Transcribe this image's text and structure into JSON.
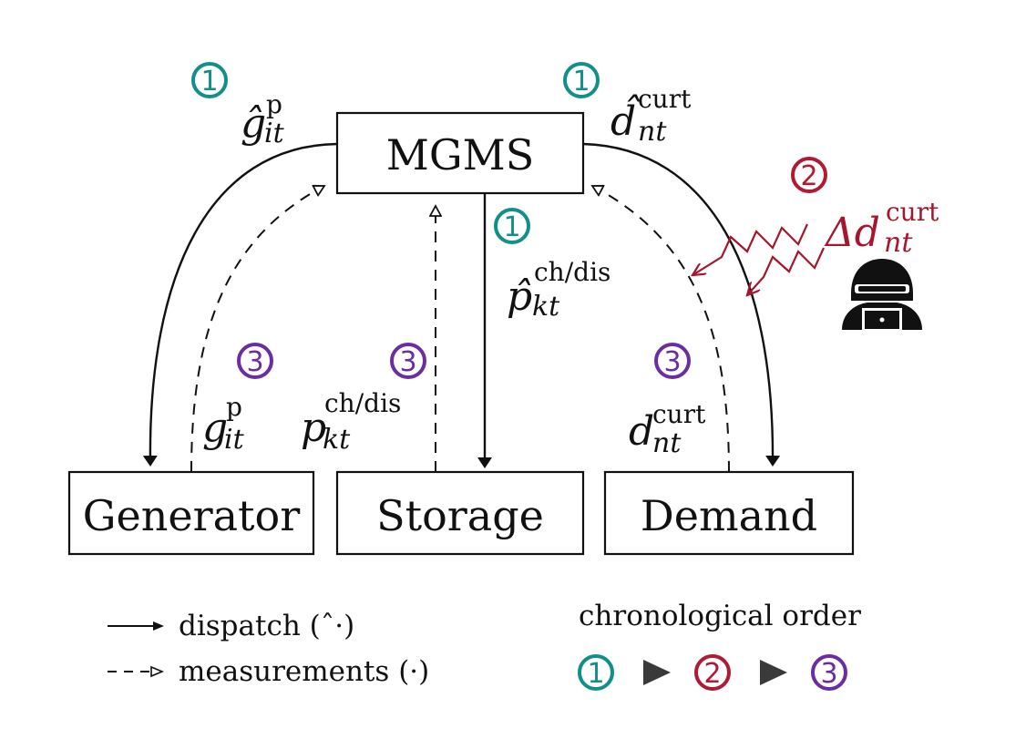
{
  "colors": {
    "step1": "#138f8a",
    "step2": "#b01a32",
    "step3": "#6a2ea0",
    "ink": "#111111"
  },
  "boxes": {
    "mgms": "MGMS",
    "generator": "Generator",
    "storage": "Storage",
    "demand": "Demand"
  },
  "labels": {
    "g_hat": {
      "main": "ĝ",
      "sup": "p",
      "sub": "it"
    },
    "d_hat": {
      "main": "d̂",
      "sup": "curt",
      "sub": "nt"
    },
    "p_hat": {
      "main": "p̂",
      "sup": "ch/dis",
      "sub": "kt"
    },
    "g_meas": {
      "main": "g",
      "sup": "p",
      "sub": "it"
    },
    "p_meas": {
      "main": "p",
      "sup": "ch/dis",
      "sub": "kt"
    },
    "d_meas": {
      "main": "d",
      "sup": "curt",
      "sub": "nt"
    },
    "delta_d": {
      "main": "Δd",
      "sup": "curt",
      "sub": "nt"
    }
  },
  "badges": {
    "one": "1",
    "two": "2",
    "three": "3"
  },
  "legend": {
    "dispatch": "dispatch (ˆ·)",
    "measurements": "measurements (·)",
    "chronological": "chronological order"
  },
  "icons": {
    "attacker": "hacker-icon",
    "order_arrow": "play-triangle-icon"
  }
}
